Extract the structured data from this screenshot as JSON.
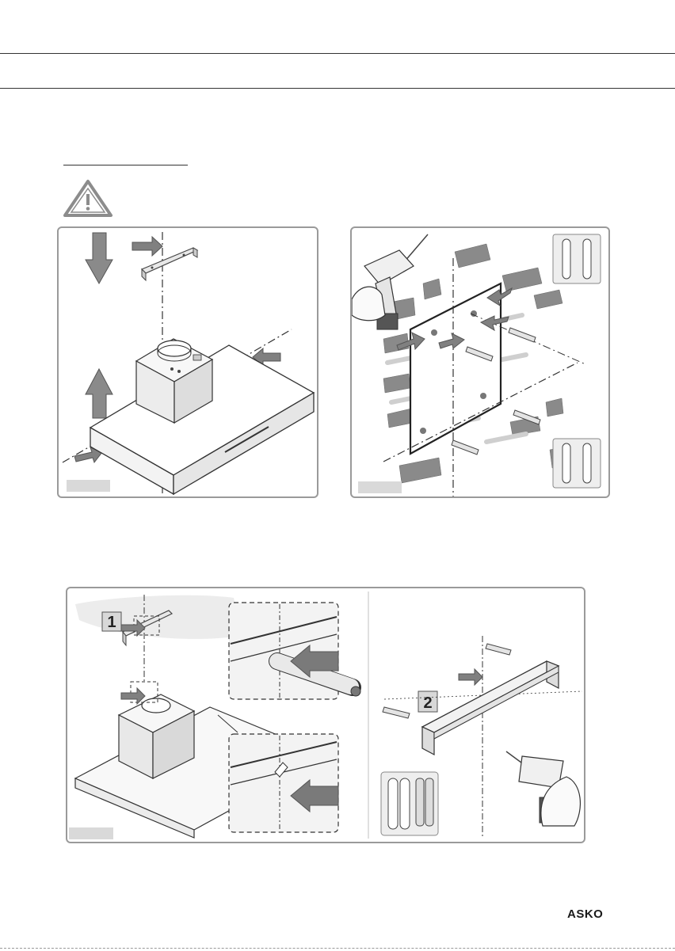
{
  "brand": {
    "name": "ASKO"
  },
  "steps": {
    "step1": "1",
    "step2": "2"
  },
  "icons": {
    "warning": "warning-triangle-icon",
    "drill": "power-drill-icon",
    "anchor": "wall-plug-icon",
    "screwdriver": "screwdriver-icon"
  },
  "colors": {
    "arrow": "#7a7a7a",
    "outline": "#555555",
    "panel_border": "#9a9a9a",
    "tag": "#d9d9d9",
    "brick": "#8a8a8a"
  }
}
